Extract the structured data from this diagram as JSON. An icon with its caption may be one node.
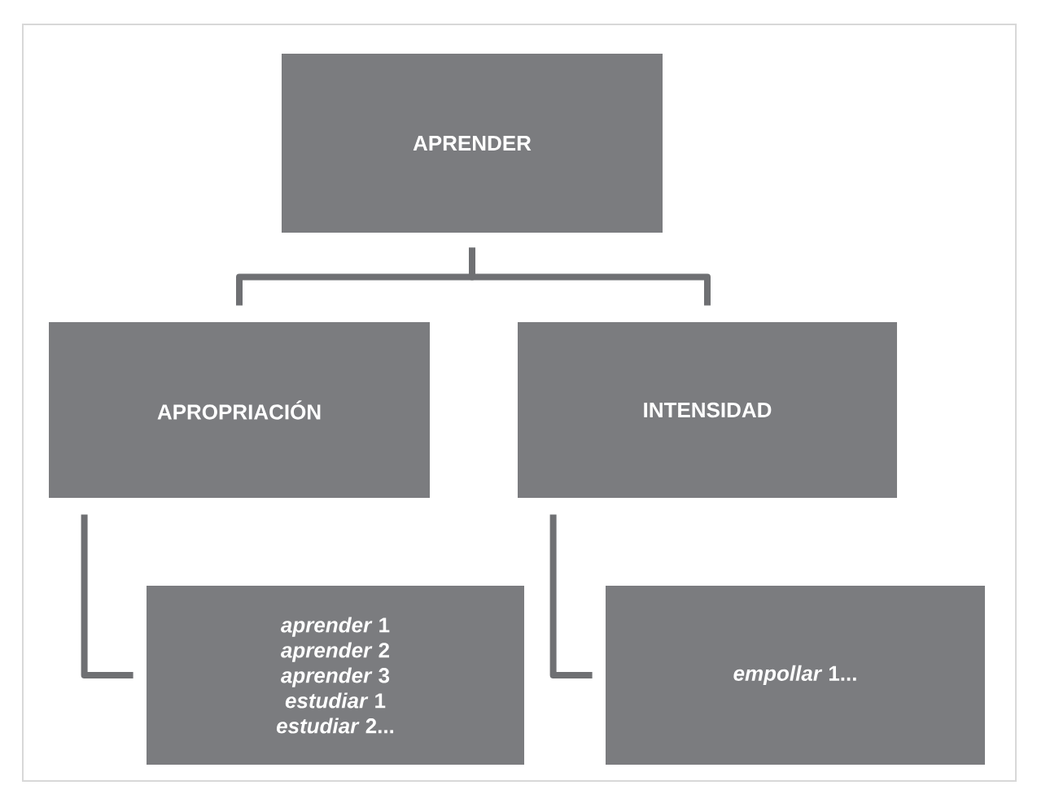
{
  "diagram": {
    "nodes": [
      {
        "text": [
          "APRENDER"
        ]
      },
      {
        "text": [
          "APROPRIACIÓN"
        ]
      },
      {
        "text": [
          "INTENSIDAD"
        ]
      },
      {
        "text": [
          "*aprender* 1",
          "*aprender* 2",
          "*aprender* 3",
          "*estudiar* 1",
          "*estudiar* 2..."
        ]
      },
      {
        "text": [
          "*empollar* 1..."
        ]
      }
    ],
    "edges": [
      {
        "from": 0,
        "to": 1,
        "arrow": "none"
      },
      {
        "from": 0,
        "to": 2,
        "arrow": "none"
      },
      {
        "from": 1,
        "to": 3,
        "arrow": "none"
      },
      {
        "from": 2,
        "to": 4,
        "arrow": "none"
      }
    ]
  }
}
